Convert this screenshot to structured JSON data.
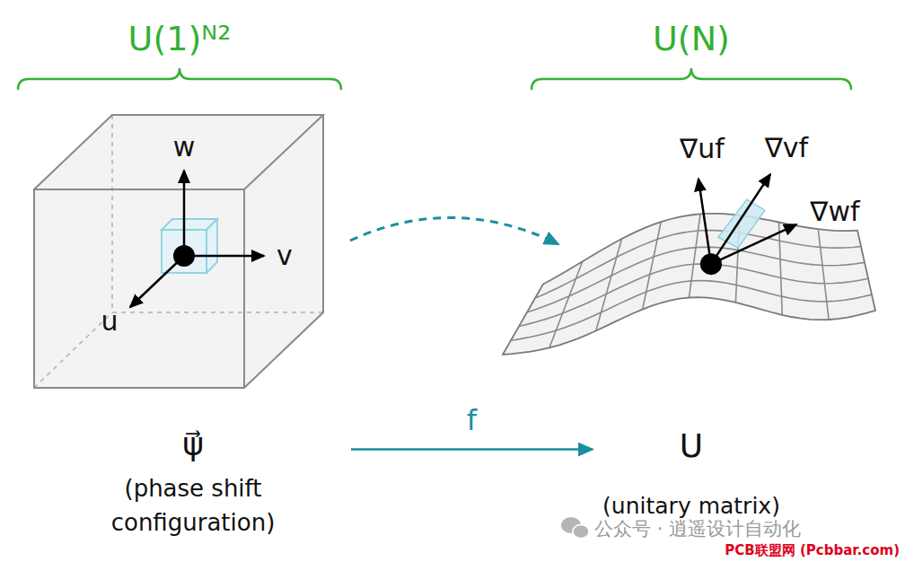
{
  "diagram": {
    "nodes": [
      {
        "text": [
          "ψ⃗",
          "(phase shift configuration)"
        ]
      },
      {
        "text": [
          "U",
          "(unitary matrix)"
        ]
      }
    ],
    "edges": [
      {
        "from": 0,
        "to": 1,
        "arrow": "to",
        "label": "f"
      }
    ],
    "labels": [
      "U(1)ᴺ²",
      "U(N)",
      "w",
      "v",
      "u",
      "∇uf",
      "∇vf",
      "∇wf",
      "公众号 · 逍遥设计自动化",
      "PCB联盟网 (Pcbbar.com)"
    ]
  }
}
